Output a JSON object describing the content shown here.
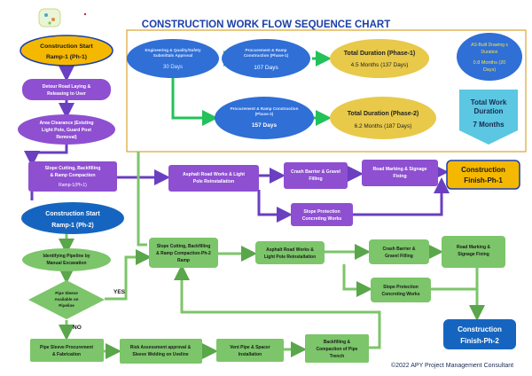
{
  "title": "CONSTRUCTION WORK FLOW SEQUENCE CHART",
  "copyright": "©2022 APY Project Management Consultant",
  "ph1_start": {
    "line1": "Construction Start",
    "line2": "Ramp-1 (Ph-1)"
  },
  "ph1": {
    "detour": [
      "Detour Road Laying &",
      "Releasing to User"
    ],
    "clearance": [
      "Area Clearance (Existing",
      "Light Pole, Guard Post",
      "Removal)"
    ],
    "slope": [
      "Slope Cutting, Backfilling",
      "& Ramp Compaction",
      "Ramp-1(Ph-1)"
    ],
    "asphalt": [
      "Asphalt Road Works & Light",
      "Pole Reinstallation"
    ],
    "crash": [
      "Crash Barrier & Gravel",
      "Filling"
    ],
    "marking": [
      "Road Marking & Signage",
      "Fixing"
    ],
    "protection": [
      "Slope Protection",
      "Concreting Works"
    ],
    "finish": [
      "Construction",
      "Finish-Ph-1"
    ]
  },
  "ph2_start": {
    "line1": "Construction Start",
    "line2": "Ramp-1 (Ph-2)"
  },
  "ph2": {
    "identify": [
      "Identifying Pipeline by",
      "Manual Excavation"
    ],
    "decision": [
      "Pipe Sleeve",
      "Available on",
      "Pipeline"
    ],
    "yes": "YES",
    "no": "NO",
    "procure": [
      "Pipe Sleeve Procurement",
      "& Fabrication"
    ],
    "risk": [
      "Risk Assessment approval &",
      "Sleeve Welding on Uveline"
    ],
    "vent": [
      "Vent Pipe & Spacer",
      "Installation"
    ],
    "backfill": [
      "Backfilling &",
      "Compaction of Pipe",
      "Trench"
    ],
    "slope": [
      "Slope Cutting, Backfilling",
      "& Ramp Compaction-Ph-2",
      "Ramp"
    ],
    "asphalt": [
      "Asphalt Road Works &",
      "Light Pole Reinstallation"
    ],
    "crash": [
      "Crash Barrier &",
      "Gravel Filling"
    ],
    "marking": [
      "Road Marking &",
      "Signage Fixing"
    ],
    "protection": [
      "Slope Protection",
      "Concreting Works"
    ],
    "finish": [
      "Construction",
      "Finish-Ph-2"
    ]
  },
  "timeline": {
    "engineering": [
      "Engineering & Quality/Safety",
      "Submittals Approval"
    ],
    "engineering_days": "30 Days",
    "procurement1": [
      "Procurement & Ramp",
      "Construction (Phase-1)"
    ],
    "procurement1_days": "107 Days",
    "procurement2": [
      "Procurement & Ramp Construction",
      "(Phase-2)"
    ],
    "procurement2_days": "157 Days",
    "asbuilt": [
      "AS-Built Drawing s",
      "Duration"
    ],
    "asbuilt_val": [
      "0.8 Months (20",
      "Days)"
    ],
    "total1": "Total Duration (Phase-1)",
    "total1_val": "4.5 Months (137 Days)",
    "total2": "Total Duration (Phase-2)",
    "total2_val": "6.2 Months (187 Days)",
    "total_work": [
      "Total Work",
      "Duration"
    ],
    "total_work_val": "7 Months"
  },
  "colors": {
    "purple": "#8e4fd1",
    "green": "#7cc56a",
    "blue": "#1565c0",
    "orange": "#f5b800",
    "gold": "#e8c94a",
    "teal": "#4fc3e0",
    "title": "#1a3fa8"
  }
}
